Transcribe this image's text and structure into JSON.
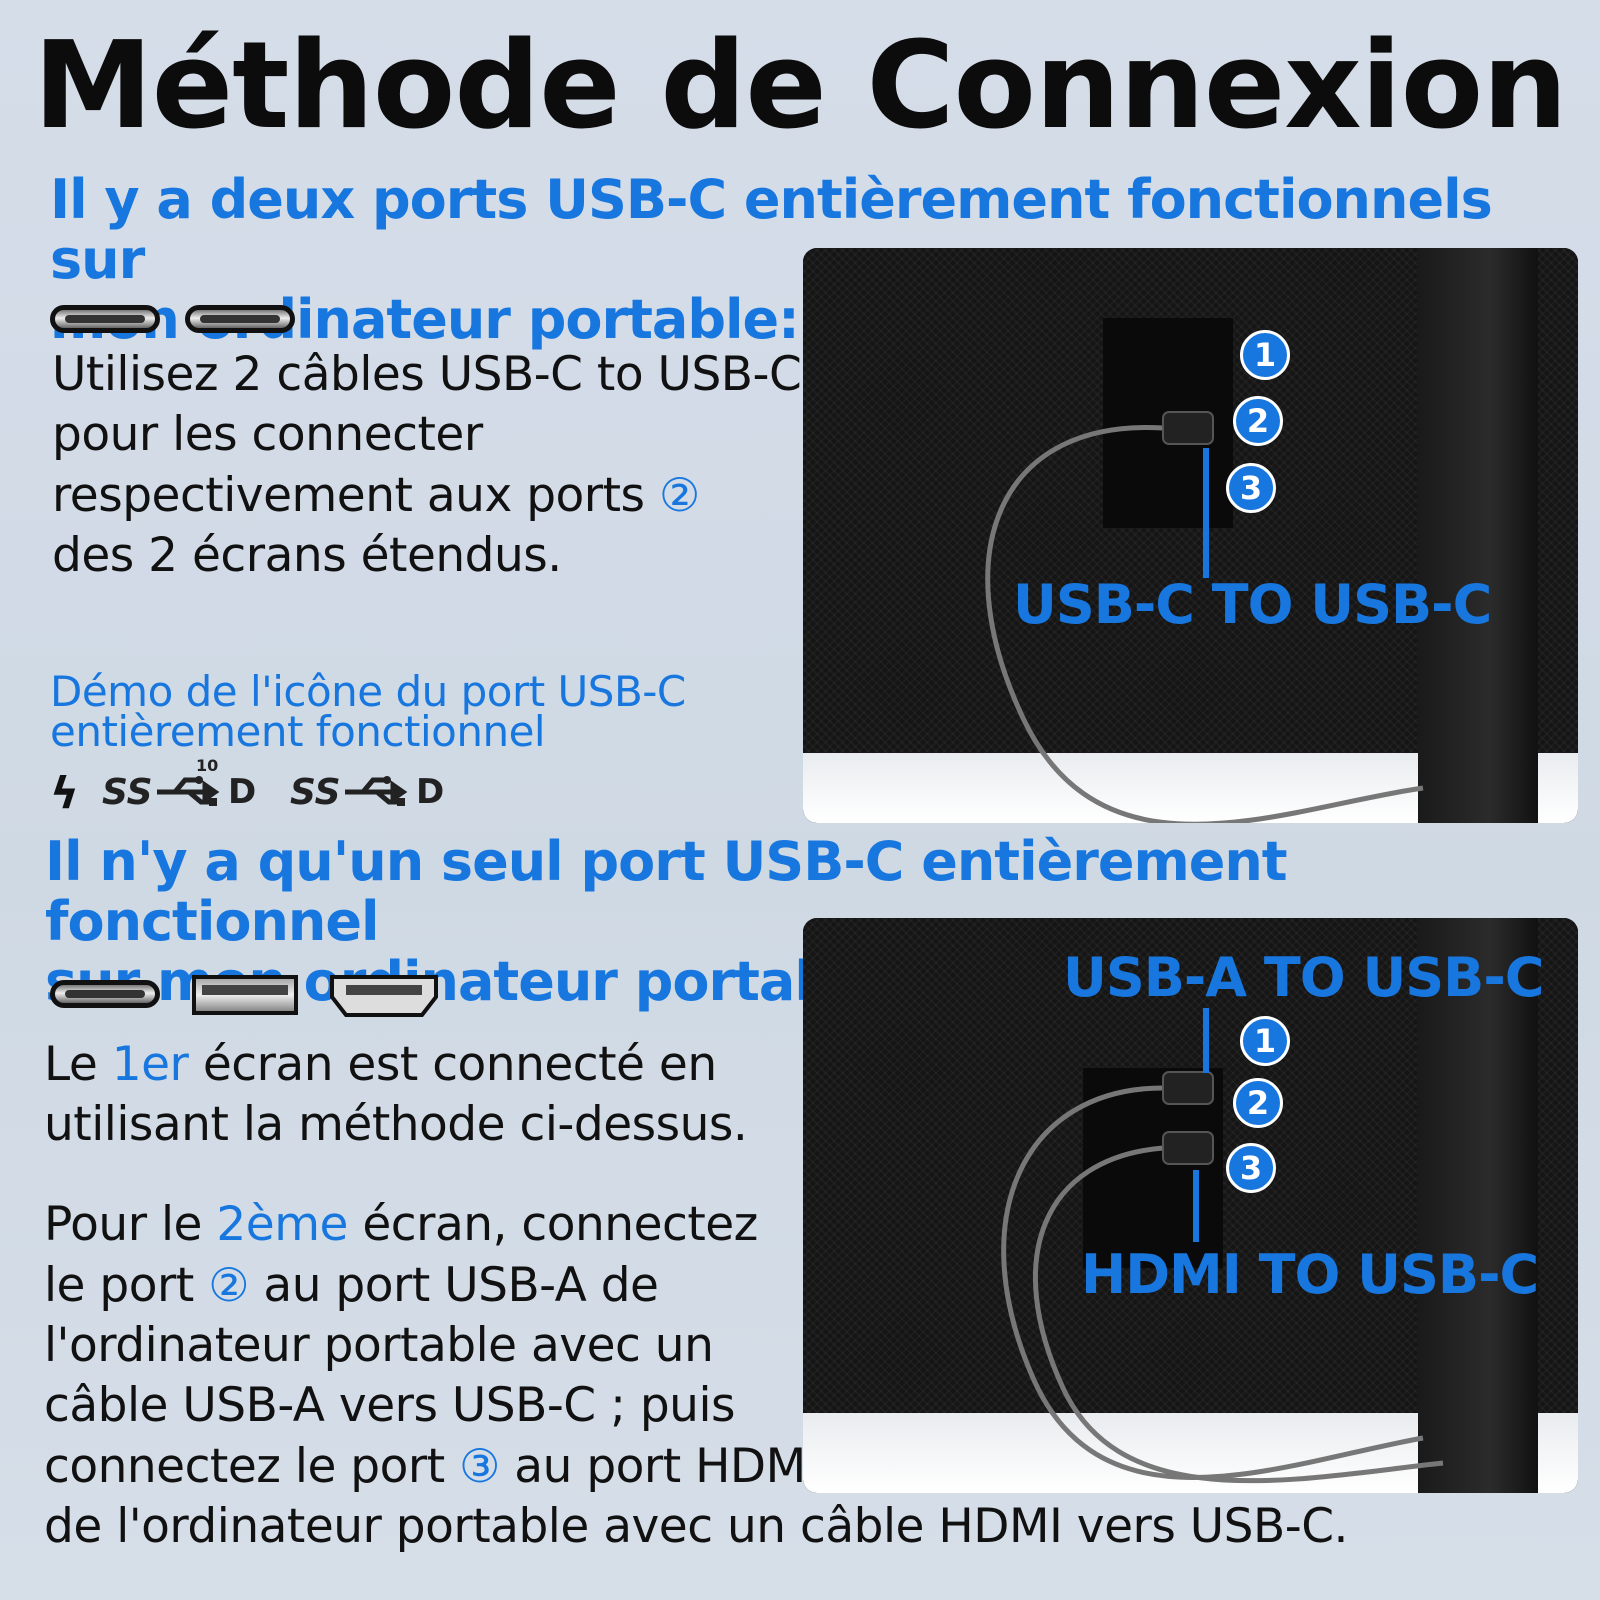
{
  "title": "Méthode de Connexion",
  "section1": {
    "heading_line1": "Il y a deux ports USB-C entièrement fonctionnels sur",
    "heading_line2": "mon ordinateur portable:",
    "body_line1": "Utilisez 2 câbles USB-C to USB-C",
    "body_line2": "pour les connecter",
    "body_line3": "respectivement aux ports",
    "body_circle": "②",
    "body_line4": "des 2 écrans étendus.",
    "demo_line1": "Démo de l'icône du port USB-C",
    "demo_line2": "entièrement fonctionnel",
    "icons": [
      "thunderbolt-icon",
      "ss-usb-10-dp-icon",
      "ss-usb-dp-icon"
    ],
    "icon_text_ss": "SS",
    "icon_text_10": "10",
    "icon_text_bolt": "ϟ",
    "icon_text_d": "D",
    "photo_label": "USB-C TO USB-C",
    "photo_numbers": [
      "1",
      "2",
      "3"
    ]
  },
  "section2": {
    "heading_line1": "Il n'y a qu'un seul port USB-C entièrement fonctionnel",
    "heading_line2": "sur mon ordinateur portable:",
    "p1_a": "Le ",
    "p1_highlight": "1er",
    "p1_b": " écran est connecté en",
    "p1_line2": "utilisant la méthode ci-dessus.",
    "p2_a": "Pour le ",
    "p2_highlight": "2ème",
    "p2_b": " écran, connectez",
    "p2_line2_a": "le port ",
    "p2_line2_circle": "②",
    "p2_line2_b": " au port USB-A de",
    "p2_line3": "l'ordinateur portable avec un",
    "p2_line4": "câble USB-A vers USB-C ; puis",
    "p2_line5_a": "connectez le port ",
    "p2_line5_circle": "③",
    "p2_line5_b": " au port HDMI",
    "p2_line6": "de l'ordinateur portable avec un câble HDMI vers USB-C.",
    "photo_label_top": "USB-A TO USB-C",
    "photo_label_bottom": "HDMI TO USB-C",
    "photo_numbers": [
      "1",
      "2",
      "3"
    ]
  },
  "colors": {
    "accent": "#1877df",
    "text": "#111111",
    "background": "#d3dce7"
  }
}
